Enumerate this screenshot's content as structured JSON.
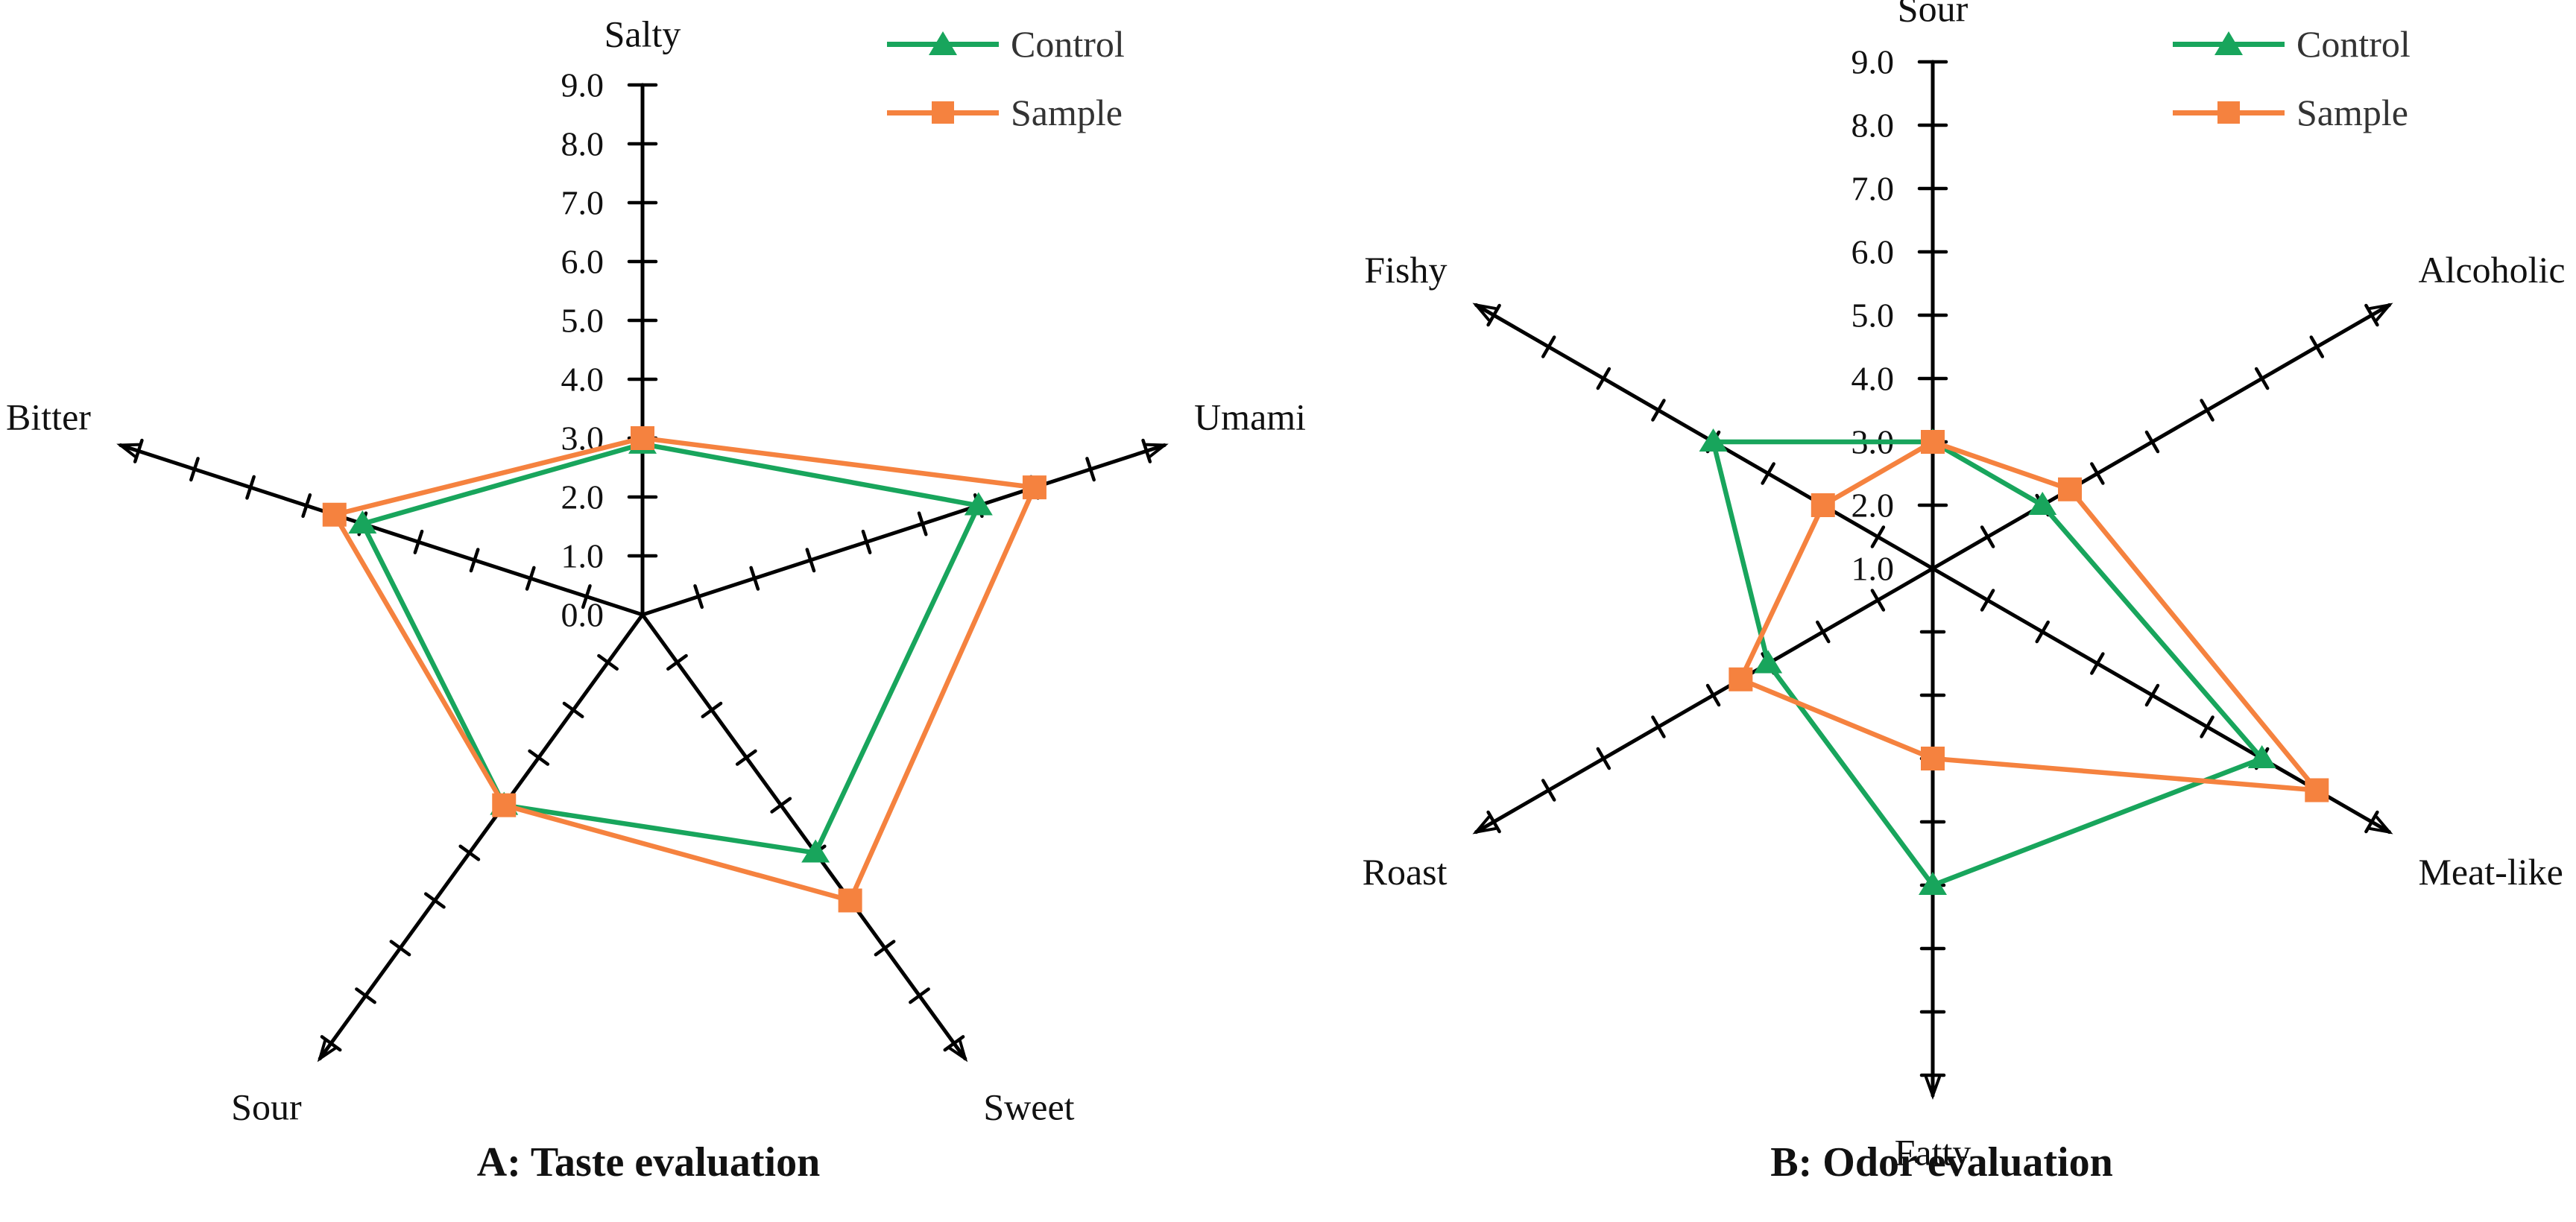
{
  "figure": {
    "background": "#ffffff",
    "series_colors": {
      "control": "#18A55C",
      "sample": "#F5823F"
    },
    "axis_color": "#000000"
  },
  "legend": {
    "control_label": "Control",
    "sample_label": "Sample",
    "control_marker": "triangle",
    "sample_marker": "square",
    "position": "top-right"
  },
  "chart_data": [
    {
      "type": "radar",
      "title": "A: Taste evaluation",
      "axes": [
        "Salty",
        "Umami",
        "Sweet",
        "Sour",
        "Bitter"
      ],
      "axis_range": [
        0.0,
        9.0
      ],
      "tick_interval": 1.0,
      "tick_labels": [
        "9.0",
        "8.0",
        "7.0",
        "6.0",
        "5.0",
        "4.0",
        "3.0",
        "2.0",
        "1.0",
        "0.0"
      ],
      "grid": false,
      "legend_position": "top-right",
      "series": [
        {
          "name": "Control",
          "color": "#18A55C",
          "marker": "triangle",
          "values": [
            2.9,
            6.0,
            5.0,
            4.0,
            5.0
          ]
        },
        {
          "name": "Sample",
          "color": "#F5823F",
          "marker": "square",
          "values": [
            3.0,
            7.0,
            6.0,
            4.0,
            5.5
          ]
        }
      ]
    },
    {
      "type": "radar",
      "title": "B: Odor evaluation",
      "axes": [
        "Sour",
        "Alcoholic",
        "Meat-like",
        "Fatty",
        "Roast",
        "Fishy"
      ],
      "axis_range": [
        1.0,
        9.0
      ],
      "tick_interval": 1.0,
      "tick_labels": [
        "9.0",
        "8.0",
        "7.0",
        "6.0",
        "5.0",
        "4.0",
        "3.0",
        "2.0",
        "1.0"
      ],
      "grid": false,
      "legend_position": "top-right",
      "series": [
        {
          "name": "Control",
          "color": "#18A55C",
          "marker": "triangle",
          "values": [
            3.0,
            3.0,
            7.0,
            6.0,
            4.0,
            5.0
          ]
        },
        {
          "name": "Sample",
          "color": "#F5823F",
          "marker": "square",
          "values": [
            3.0,
            3.5,
            8.0,
            4.0,
            4.5,
            3.0
          ]
        }
      ]
    }
  ]
}
